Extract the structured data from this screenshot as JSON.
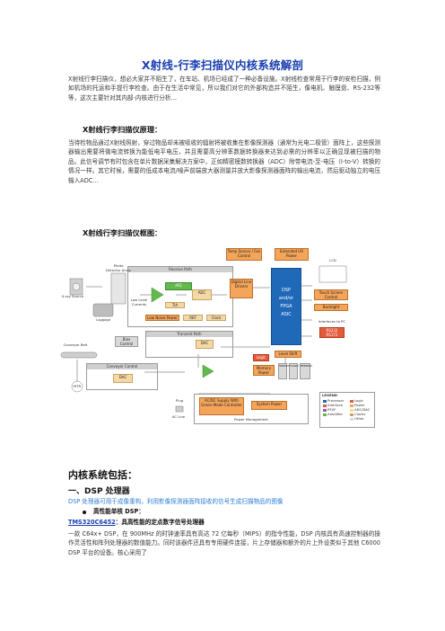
{
  "title": "X射线-行李扫描仪内核系统解剖",
  "intro": "X射线行李扫描仪，想必大家并不陌生了，在车站、机场已经成了一种必备设施。X射线检查常用于行李的安检扫描，例如机场的托运和手提行李检查。由于在生活中常见，所以我们对它的外部构造并不陌生，像电机、触摸盘、RS-232等等，这次主要针对其内部-内核进行分析…",
  "principle_heading": "X射线行李扫描仪原理：",
  "principle_text": "当待检物品通过X射线照射，穿过物品却未被吸收的辐射将被收集在影像探测器（通常为光电二极管）面阵上，这些探测器输出需要将微电流转换为能低电平电压，并且需要高分辨率数据转换器来达到必需的分辨率以正确显现被扫描的物品。此信号调节有时包含在单片数据采集解决方案中，正如精密模数转换器（ADC）附带电流-至-电压（I-to-V）转换的情况一样。其它时候，需要的低成本电流/噪声前端放大器测量并放大影像探测器面阵的输出电流，然后驱动独立的电压输入ADC…",
  "diagram_heading": "X射线行李扫描仪框图：",
  "diagram": {
    "temp_sensor": "Temp Sensor / Fan Control",
    "extended_io": "Extended I/O Power",
    "lcd": "LCD",
    "receive_path": "Receive Path",
    "photo_detector": "Photo Detector Array",
    "low_level_currents": "Low Level Currents",
    "afe": "AFE",
    "adc": "ADC",
    "tia": "TIA",
    "digital_line_drivers": "Digital Line Drivers",
    "dsp": "DSP\nand/or\nFPGA\nASIC",
    "touch_screen": "Touch Screen Control",
    "backlight": "Backlight",
    "xray_source": "X-ray Source",
    "luggage": "Luggage",
    "low_noise_power": "Low Noise Power",
    "ref": "REF",
    "clock": "Clock",
    "interfaces": "Interfaces to PC",
    "rs232": "RS232 RS172",
    "transmit_path": "Transmit Path",
    "bias_control": "Bias Control",
    "dac": "DAC",
    "conveyor_belt": "Conveyor Belt",
    "mtr": "MTR",
    "conveyor_control": "Conveyor Control",
    "dac2": "DAC",
    "logic": "Logic",
    "level_shift": "Level Shift",
    "memory_power": "Memory Power",
    "sdram": "SDRAM",
    "flash": "FLASH",
    "eeprom": "EEPROM",
    "plug": "Plug",
    "ac_line": "AC Line",
    "acdc": "AC/DC Supply With Green-Mode Controller",
    "system_power": "System Power",
    "power_management": "Power Management",
    "legend_title": "LEGEND",
    "legend": [
      "Processor",
      "Interface",
      "RF/IF",
      "Amplifier",
      "Logic",
      "Power",
      "ADC/DAC",
      "Clocks",
      "Other"
    ]
  },
  "core_heading": "内核系统包括：",
  "dsp_heading": "一、DSP 处理器",
  "dsp_sub": "DSP 处理器可用于成像重构，利用影像探测器面阵接收的信号生成扫描物品的图像",
  "bullet": "高性能单核 DSP：",
  "chip_name": "TMS320C6452",
  "chip_desc": "：具高性能的定点数字信号处理器",
  "chip_text": "一款 C64x+ DSP，在 900MHz 的时钟速率具有高达 72 亿每秒（MIPS）的指令性能，DSP 内核具有高速控制器的操作灵活性和阵列处理器的数值能力。同时该器件还具有专用硬件连接，片上存储器和额外的片上外设类似于其他 C6000 DSP 平台的设备。核心采用了"
}
